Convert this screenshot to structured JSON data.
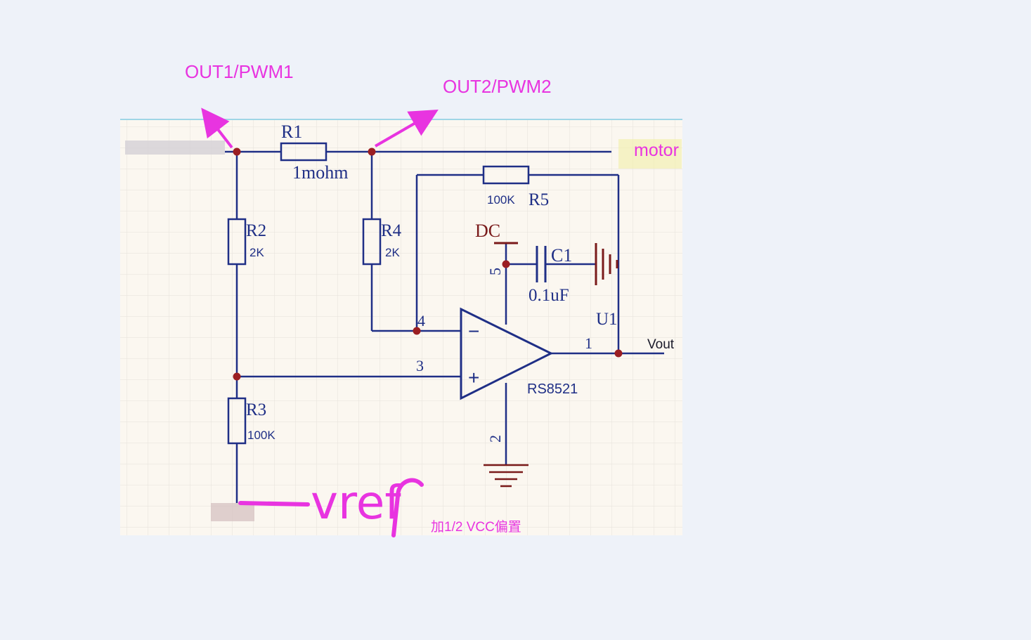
{
  "annotations": {
    "out1": "OUT1/PWM1",
    "out2": "OUT2/PWM2",
    "motor": "motor",
    "vref": "vref",
    "bias_note": "加1/2 VCC偏置"
  },
  "components": {
    "r1": {
      "ref": "R1",
      "value": "1mohm"
    },
    "r2": {
      "ref": "R2",
      "value": "2K"
    },
    "r3": {
      "ref": "R3",
      "value": "100K"
    },
    "r4": {
      "ref": "R4",
      "value": "2K"
    },
    "r5": {
      "ref": "R5",
      "value": "100K"
    },
    "c1": {
      "ref": "C1",
      "value": "0.1uF"
    },
    "dc": {
      "label": "DC"
    },
    "u1": {
      "ref": "U1",
      "part": "RS8521",
      "output": "Vout"
    }
  },
  "pins": {
    "p1": "1",
    "p2": "2",
    "p3": "3",
    "p4": "4",
    "p5": "5",
    "minus": "−",
    "plus": "+"
  },
  "colors": {
    "background": "#eef2f9",
    "paper": "#fbf7f0",
    "grid": "#e6e1da",
    "wire": "#1f2f86",
    "junction": "#9b1e22",
    "power": "#7a1a1a",
    "annotation": "#e834e0"
  }
}
